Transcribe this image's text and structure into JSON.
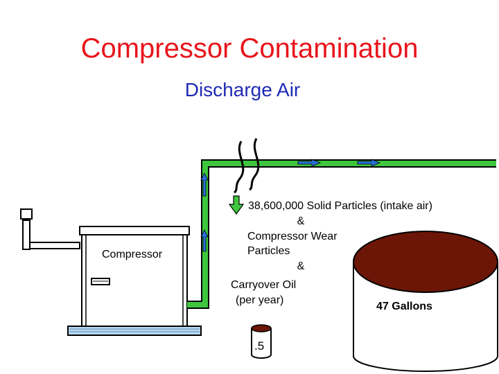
{
  "title": "Compressor Contamination",
  "subtitle": "Discharge Air",
  "compressor_label": "Compressor",
  "contaminants": {
    "line1": "38,600,000 Solid Particles  (intake air)",
    "line2": "&",
    "line3": "Compressor Wear",
    "line4": "Particles",
    "line5": "&",
    "line6": "Carryover Oil",
    "line7": "(per year)"
  },
  "small_container_label": ".5",
  "large_container_label": "47 Gallons",
  "colors": {
    "title": "#e8141b",
    "subtitle": "#1f2bb5",
    "pipe": "#3ec63e",
    "flow_arrow": "#2b6fd6",
    "oil": "#6b1606"
  }
}
